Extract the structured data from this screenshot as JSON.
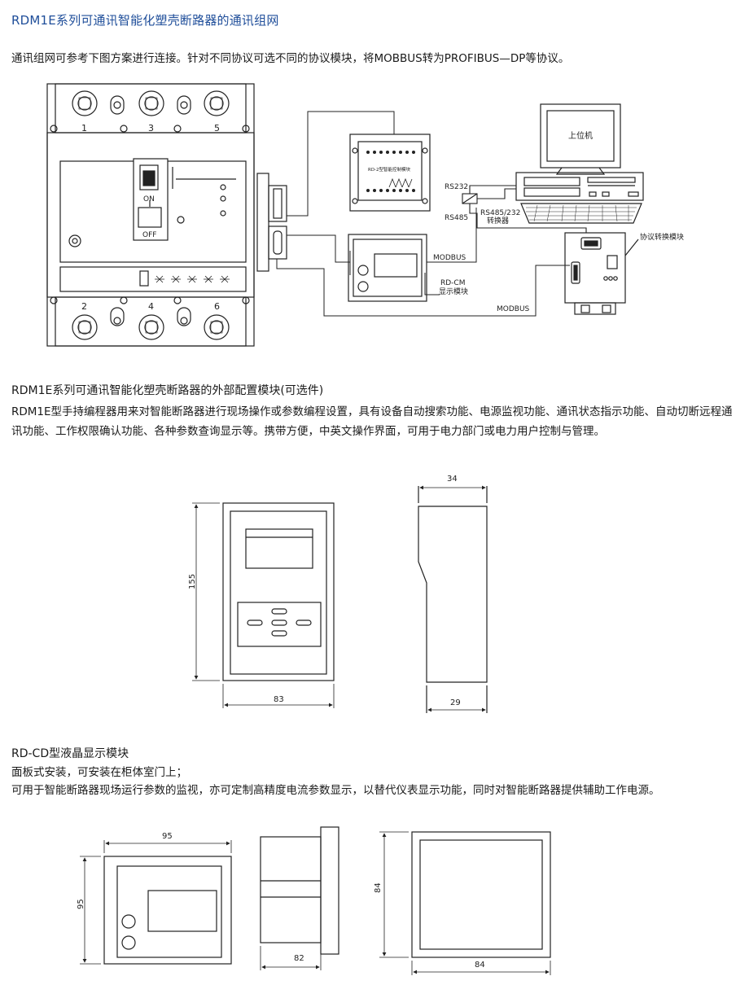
{
  "page": {
    "title": "RDM1E系列可通讯智能化塑壳断路器的通讯组网",
    "intro": "通讯组网可参考下图方案进行连接。针对不同协议可选不同的协议模块，将MOBBUS转为PROFIBUS—DP等协议。"
  },
  "network_diagram": {
    "terminal_numbers_top": [
      "1",
      "3",
      "5"
    ],
    "terminal_numbers_bottom": [
      "2",
      "4",
      "6"
    ],
    "on_label": "ON",
    "off_label": "OFF",
    "rd2_module_label": "RD-2型智能控制模块",
    "host_label": "上位机",
    "rs232": "RS232",
    "rs485": "RS485",
    "converter_label_1": "RS485/232",
    "converter_label_2": "转换器",
    "protocol_module_label": "协议转换模块",
    "modbus_1": "MODBUS",
    "modbus_2": "MODBUS",
    "rdcm_label_1": "RD-CM",
    "rdcm_label_2": "显示模块"
  },
  "section2": {
    "heading": "RDM1E系列可通讯智能化塑壳断路器的外部配置模块(可选件)",
    "body": "RDM1E型手持编程器用来对智能断路器进行现场操作或参数编程设置，具有设备自动搜索功能、电源监视功能、通讯状态指示功能、自动切断远程通讯功能、工作权限确认功能、各种参数查询显示等。携带方便，中英文操作界面，可用于电力部门或电力用户控制与管理。",
    "dims": {
      "height": "155",
      "width": "83",
      "depth_top": "34",
      "depth_bottom": "29"
    }
  },
  "section3": {
    "heading": "RD-CD型液晶显示模块",
    "line1": "面板式安装，可安装在柜体室门上；",
    "line2": "可用于智能断路器现场运行参数的监视，亦可定制高精度电流参数显示，以替代仪表显示功能，同时对智能断路器提供辅助工作电源。",
    "dims": {
      "front_width": "95",
      "front_height": "95",
      "side_depth": "82",
      "cutout_height": "84",
      "cutout_width": "84"
    }
  }
}
